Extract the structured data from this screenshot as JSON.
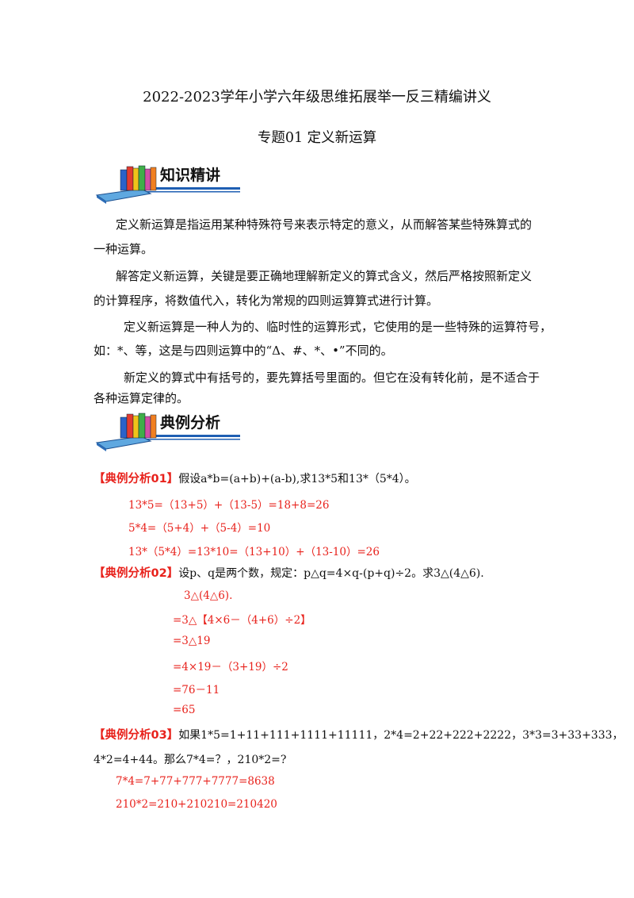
{
  "header": {
    "title": "2022-2023学年小学六年级思维拓展举一反三精编讲义",
    "subtitle": "专题01 定义新运算"
  },
  "section1": {
    "title": "知识精讲",
    "p1_line1": "定义新运算是指运用某种特殊符号来表示特定的意义，从而解答某些特殊算式的",
    "p1_line2": "一种运算。",
    "p2_line1": "解答定义新运算，关键是要正确地理解新定义的算式含义，然后严格按照新定义",
    "p2_line2": "的计算程序，将数值代入，转化为常规的四则运算算式进行计算。",
    "p3_line1": "定义新运算是一种人为的、临时性的运算形式，它使用的是一些特殊的运算符号，",
    "p3_line2": "如：*、等，这是与四则运算中的“Δ、#、*、•”不同的。",
    "p4_line1": "新定义的算式中有括号的，要先算括号里面的。但它在没有转化前，是不适合于",
    "p4_line2": "各种运算定律的。"
  },
  "section2": {
    "title": "典例分析",
    "ex1": {
      "label": "【典例分析01】",
      "question": "假设a*b=(a+b)+(a-b),求13*5和13*（5*4）。",
      "steps": [
        "13*5=（13+5）+（13-5）=18+8=26",
        "5*4=（5+4）+（5-4）=10",
        "13*（5*4）=13*10=（13+10）+（13-10）=26"
      ]
    },
    "ex2": {
      "label": "【典例分析02】",
      "question": "设p、q是两个数，规定：p△q=4×q-(p+q)÷2。求3△(4△6).",
      "steps": [
        "3△(4△6).",
        "=3△【4×6－（4+6）÷2】",
        "=3△19",
        "=4×19－（3+19）÷2",
        "=76－11",
        "=65"
      ]
    },
    "ex3": {
      "label": "【典例分析03】",
      "question_line1": "如果1*5=1+11+111+1111+11111，2*4=2+22+222+2222，3*3=3+33+333，",
      "question_line2": "4*2=4+44。那么7*4=？，210*2=?",
      "steps": [
        "7*4=7+77+777+7777=8638",
        "210*2=210+210210=210420"
      ]
    }
  },
  "colors": {
    "accent_red": "#e8221c",
    "banner_blue": "#1f5fb3"
  },
  "icons": {
    "banner": "books-icon"
  }
}
